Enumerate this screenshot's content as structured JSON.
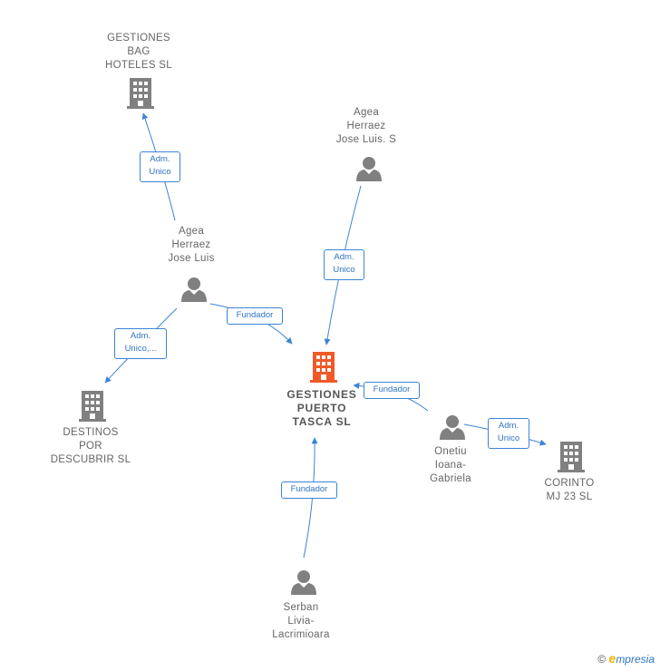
{
  "colors": {
    "edge": "#3c84d6",
    "node_icon": "#808080",
    "main_icon": "#f05a28"
  },
  "nodes": {
    "gestiones_bag": {
      "label": "GESTIONES\nBAG\nHOTELES SL",
      "icon": "building-icon"
    },
    "agea_s": {
      "label": "Agea\nHerraez\nJose Luis.  S",
      "icon": "person-icon"
    },
    "agea": {
      "label": "Agea\nHerraez\nJose Luis",
      "icon": "person-icon"
    },
    "destinos": {
      "label": "DESTINOS\nPOR\nDESCUBRIR SL",
      "icon": "building-icon"
    },
    "gestiones_puerto": {
      "label": "GESTIONES\nPUERTO\nTASCA  SL",
      "icon": "building-icon"
    },
    "onetiu": {
      "label": "Onetiu\nIoana-\nGabriela",
      "icon": "person-icon"
    },
    "corinto": {
      "label": "CORINTO\nMJ 23  SL",
      "icon": "building-icon"
    },
    "serban": {
      "label": "Serban\nLivia-\nLacrimioara",
      "icon": "person-icon"
    }
  },
  "edges": [
    {
      "id": "agea-to-bag",
      "label": "Adm.\nUnico"
    },
    {
      "id": "agea_s-to-puerto",
      "label": "Adm.\nUnico"
    },
    {
      "id": "agea-to-destinos",
      "label": "Adm.\nUnico,..."
    },
    {
      "id": "agea-to-puerto",
      "label": "Fundador"
    },
    {
      "id": "onetiu-to-puerto",
      "label": "Fundador"
    },
    {
      "id": "onetiu-to-corinto",
      "label": "Adm.\nUnico"
    },
    {
      "id": "serban-to-puerto",
      "label": "Fundador"
    }
  ],
  "footer": {
    "copyright": "©",
    "brand_first": "e",
    "brand_rest": "mpresia"
  }
}
